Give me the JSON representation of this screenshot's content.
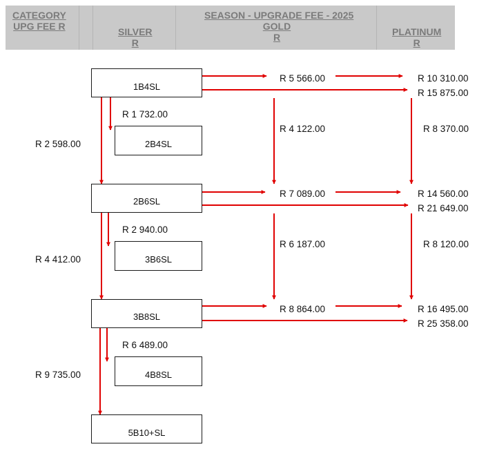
{
  "header": {
    "category_line1": "CATEGORY",
    "category_line2": "UPG FEE R",
    "silver_line1": "SILVER",
    "silver_line2": "R",
    "season_title": "SEASON - UPGRADE FEE - 2025",
    "gold_line1": "GOLD",
    "gold_line2": "R",
    "platinum_line1": "PLATINUM",
    "platinum_line2": "R"
  },
  "boxes": {
    "b1": "1B4SL",
    "b2": "2B4SL",
    "b3": "2B6SL",
    "b4": "3B6SL",
    "b5": "3B8SL",
    "b6": "4B8SL",
    "b7": "5B10+SL"
  },
  "fees": {
    "gold_1": "R 5 566.00",
    "plat_1a": "R 10 310.00",
    "plat_1b": "R 15 875.00",
    "silver_1": "R 1 732.00",
    "cat_1": "R 2 598.00",
    "gold_v1": "R 4 122.00",
    "plat_v1": "R 8 370.00",
    "gold_2": "R 7 089.00",
    "plat_2a": "R 14 560.00",
    "plat_2b": "R 21 649.00",
    "silver_2": "R 2 940.00",
    "cat_2": "R 4 412.00",
    "gold_v2": "R 6 187.00",
    "plat_v2": "R 8 120.00",
    "gold_3": "R 8 864.00",
    "plat_3a": "R 16 495.00",
    "plat_3b": "R 25 358.00",
    "silver_3": "R 6 489.00",
    "cat_3": "R 9 735.00"
  },
  "colors": {
    "arrow": "#e00000",
    "header_bg": "#c9c9c9",
    "header_text": "#7b7b7b"
  }
}
